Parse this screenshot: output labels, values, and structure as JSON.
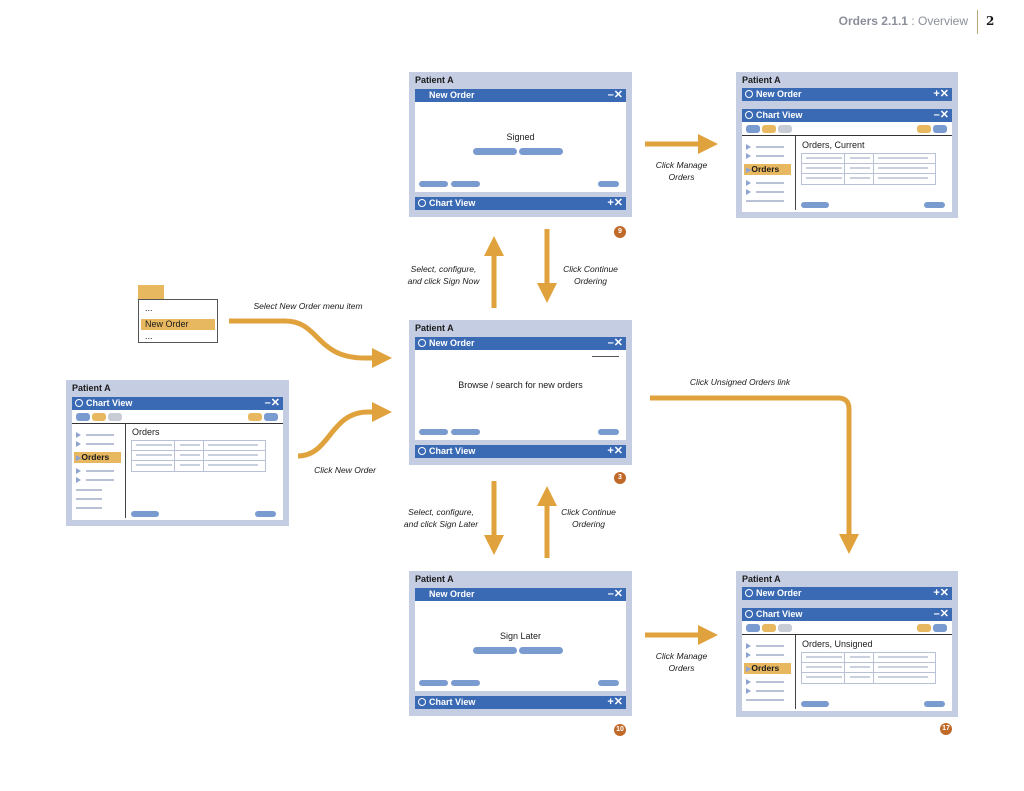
{
  "header": {
    "title": "Orders 2.1.1",
    "subtitle": " : Overview",
    "page": "2"
  },
  "common": {
    "patient": "Patient A",
    "new_order": "New Order",
    "chart_view": "Chart View",
    "orders_item": "Orders"
  },
  "menu": {
    "item1": "...",
    "item2": "New Order",
    "item3": "..."
  },
  "screens": {
    "s9": {
      "status": "Signed",
      "badge": "9"
    },
    "s3": {
      "status": "Browse / search for new orders",
      "badge": "3"
    },
    "s10": {
      "status": "Sign Later",
      "badge": "10"
    },
    "chart": {
      "heading": "Orders"
    },
    "current": {
      "heading": "Orders, Current"
    },
    "unsigned": {
      "heading": "Orders, Unsigned",
      "badge": "17"
    }
  },
  "flow_labels": {
    "select_menu": "Select New Order menu item",
    "click_new_order": "Click New Order",
    "sign_now_1": "Select, configure,",
    "sign_now_2": "and click Sign Now",
    "continue_1": "Click Continue",
    "continue_2": "Ordering",
    "sign_later_1": "Select, configure,",
    "sign_later_2": "and click Sign Later",
    "manage_1": "Click Manage",
    "manage_2": "Orders",
    "unsigned_link": "Click Unsigned Orders link"
  },
  "colors": {
    "window_bg": "#c5cde2",
    "titlebar": "#3a6ab4",
    "pill": "#7a9bd0",
    "arrow": "#e0a23c",
    "highlight": "#e8b860",
    "badge": "#c06a2a"
  }
}
